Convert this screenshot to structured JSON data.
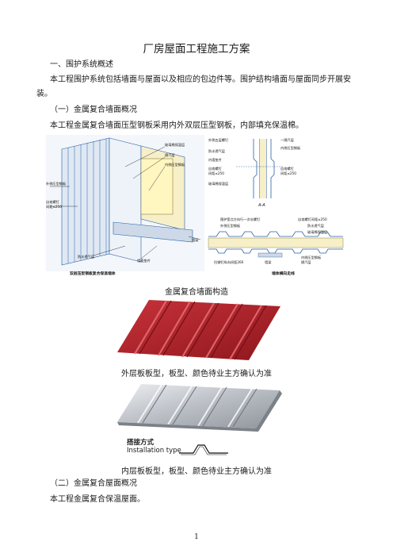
{
  "doc": {
    "title": "厂房屋面工程施工方案",
    "section1_heading": "一、围护系统概述",
    "section1_para_line1": "本工程围护系统包括墙面与屋面以及相应的包边件等。围护结构墙面与屋面同步开展安",
    "section1_para_line2": "装。",
    "sub1_heading": "（一）金属复合墙面概况",
    "sub1_para": "本工程金属复合墙面压型钢板采用内外双层压型钢板，内部填充保温棉。",
    "figure1": {
      "labels": {
        "glass_wool": "玻璃棉保温层",
        "vapor_barrier": "隔汽层",
        "inner_sheet": "内侧压型钢板",
        "outer_sheet": "外侧压型钢板",
        "screw": "自攻螺钉",
        "screw_spacing": "间距≤250",
        "waterproof": "防水透气层",
        "column": "墙梁",
        "support_strip": "墙面垫片",
        "left_caption": "双层压型钢板复合保温墙体",
        "a_outer_bolt": "外侧五层螺钉",
        "a_vapor": "一隔汽层",
        "a_inner_sheet": "内侧压型钢板",
        "a_waterproof": "防水透气层",
        "a_strip": "内墙垫片",
        "a_screw": "自攻螺钉",
        "a_spacing": "间距≤250",
        "a_glass": "玻璃棉保温层",
        "a_screw2": "自攻螺钉",
        "a_spacing2": "间距≤250",
        "section_mark": "A-A",
        "b_top_left": "围护宽点方向行一次长螺钉",
        "b_top_right": "自攻螺钉间距≤250",
        "b_outer": "外侧压型钢板",
        "b_waterproof": "防水透气层",
        "b_glass": "玻璃棉保温层",
        "b_bottom_left": "拉铆钉纵向间距260",
        "b_bottom_mid": "墙梁",
        "b_inner": "内侧压型钢板",
        "b_vapor": "隔汽层",
        "right_caption": "墙体横向走线"
      }
    },
    "caption1": "金属复合墙面构造",
    "caption2": "外层板板型，板型、颜色待业主方确认为准",
    "install": {
      "cn": "搭接方式",
      "en": "Installation type"
    },
    "caption3": "内层板板型，板型、颜色待业主方确认为准",
    "sub2_heading": "（二）金属复合屋面概况",
    "sub2_para": "本工程金属复合保温屋面。",
    "page_number": "1"
  },
  "colors": {
    "red_panel": "#b3222a",
    "silver_panel": "#c9ccd1",
    "diagram_blue": "#2a5fa5",
    "diagram_fill": "#dfe8f3"
  }
}
